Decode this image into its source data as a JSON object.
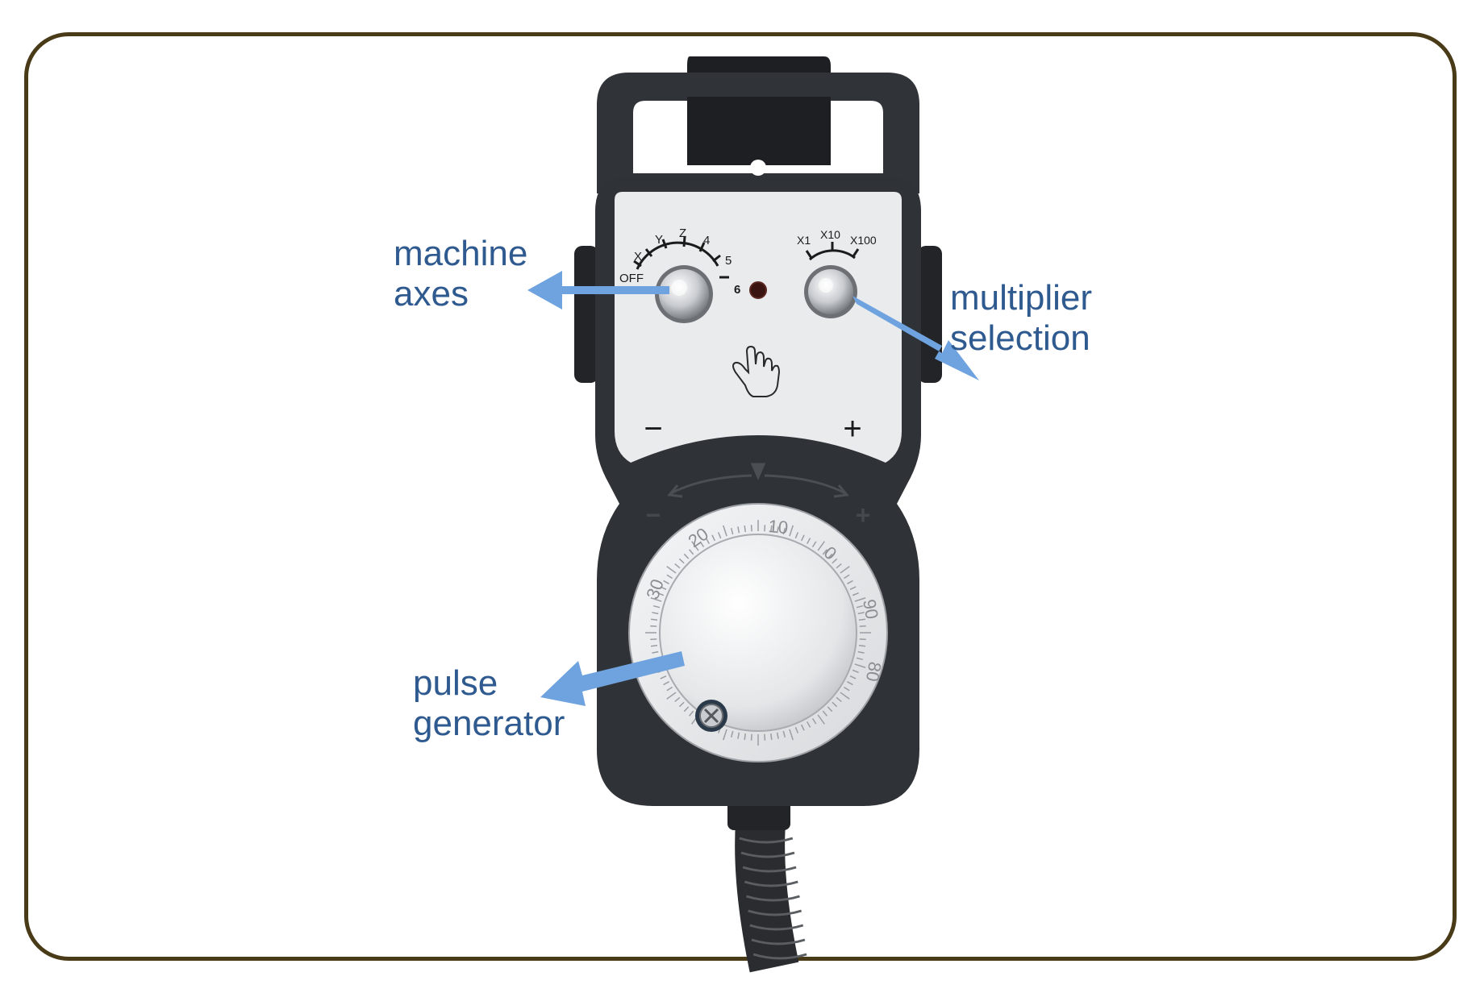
{
  "callouts": {
    "machine_axes": [
      "machine",
      "axes"
    ],
    "multiplier_selection": [
      "multiplier",
      "selection"
    ],
    "pulse_generator": [
      "pulse",
      "generator"
    ]
  },
  "panel": {
    "axis_labels": [
      "OFF",
      "X",
      "Y",
      "Z",
      "4",
      "5",
      "6"
    ],
    "multiplier_labels": [
      "X1",
      "X10",
      "X100"
    ],
    "minus_sign": "−",
    "plus_sign": "+",
    "ring_minus": "−",
    "ring_plus": "+",
    "dial_numbers": [
      "10",
      "0",
      "90",
      "80",
      "20",
      "30"
    ]
  },
  "colors": {
    "frame": "#4a3b18",
    "callout_text": "#2f5a90",
    "arrow": "#6fa3e0",
    "housing": "#2f3236",
    "faceplate": "#e9ebed"
  }
}
